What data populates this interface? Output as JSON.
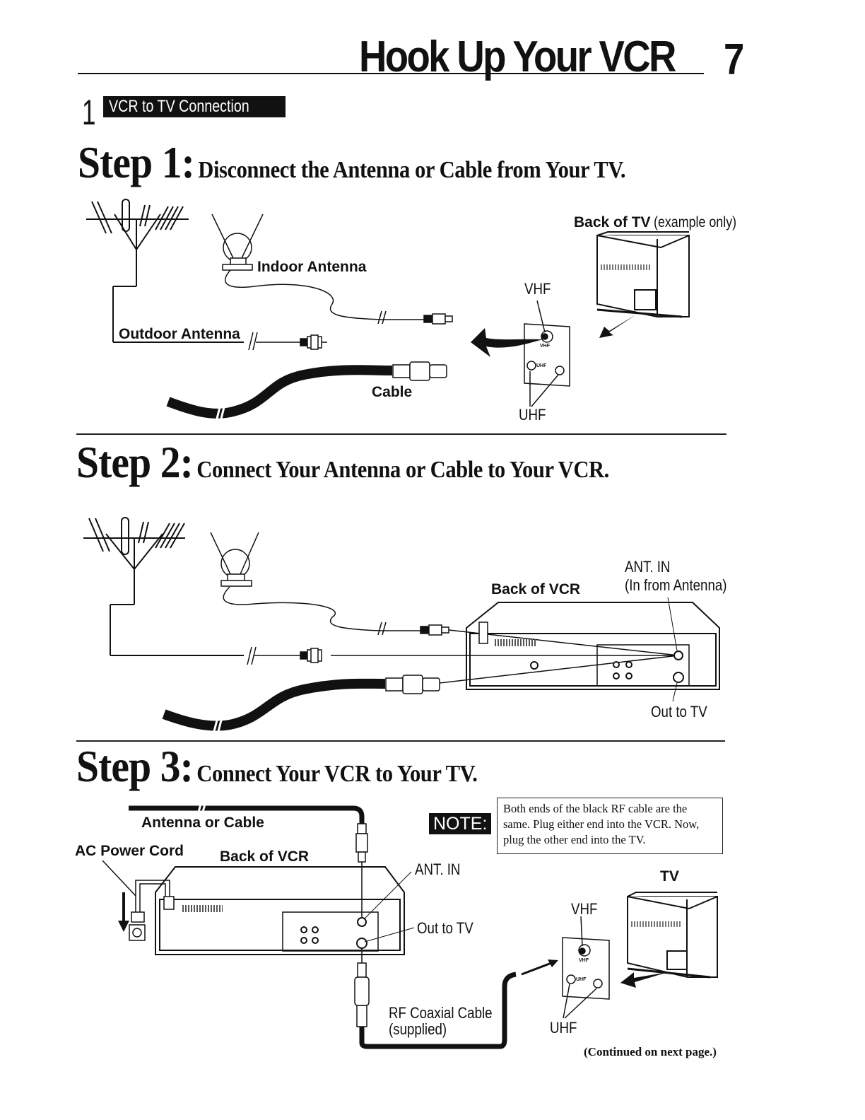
{
  "header": {
    "title": "Hook Up Your VCR",
    "page_number": "7"
  },
  "section": {
    "number": "1",
    "label": "VCR to TV Connection"
  },
  "steps": [
    {
      "label": "Step 1:",
      "title": "Disconnect the Antenna or Cable from Your TV.",
      "labels": {
        "indoor_antenna": "Indoor Antenna",
        "outdoor_antenna": "Outdoor Antenna",
        "cable": "Cable",
        "back_of_tv": "Back of TV",
        "example_only": "(example only)",
        "vhf": "VHF",
        "uhf": "UHF",
        "panel_vhf": "VHF",
        "panel_uhf": "UHF"
      }
    },
    {
      "label": "Step 2:",
      "title": "Connect Your Antenna or Cable to Your VCR.",
      "labels": {
        "back_of_vcr": "Back of VCR",
        "ant_in": "ANT. IN",
        "in_from_antenna": "(In from Antenna)",
        "out_to_tv": "Out to TV"
      }
    },
    {
      "label": "Step 3:",
      "title": "Connect Your VCR to Your TV.",
      "labels": {
        "antenna_or_cable": "Antenna or Cable",
        "ac_power_cord": "AC Power Cord",
        "back_of_vcr": "Back of VCR",
        "ant_in": "ANT. IN",
        "out_to_tv": "Out to TV",
        "rf_coaxial_cable": "RF Coaxial Cable",
        "supplied": "(supplied)",
        "tv": "TV",
        "vhf": "VHF",
        "uhf": "UHF",
        "panel_vhf": "VHF",
        "panel_uhf": "UHF"
      }
    }
  ],
  "note": {
    "badge": "NOTE:",
    "text": "Both ends of the black RF cable are the same. Plug either end into the VCR. Now, plug the other end into the TV."
  },
  "footer": {
    "continued": "(Continued on next page.)"
  }
}
